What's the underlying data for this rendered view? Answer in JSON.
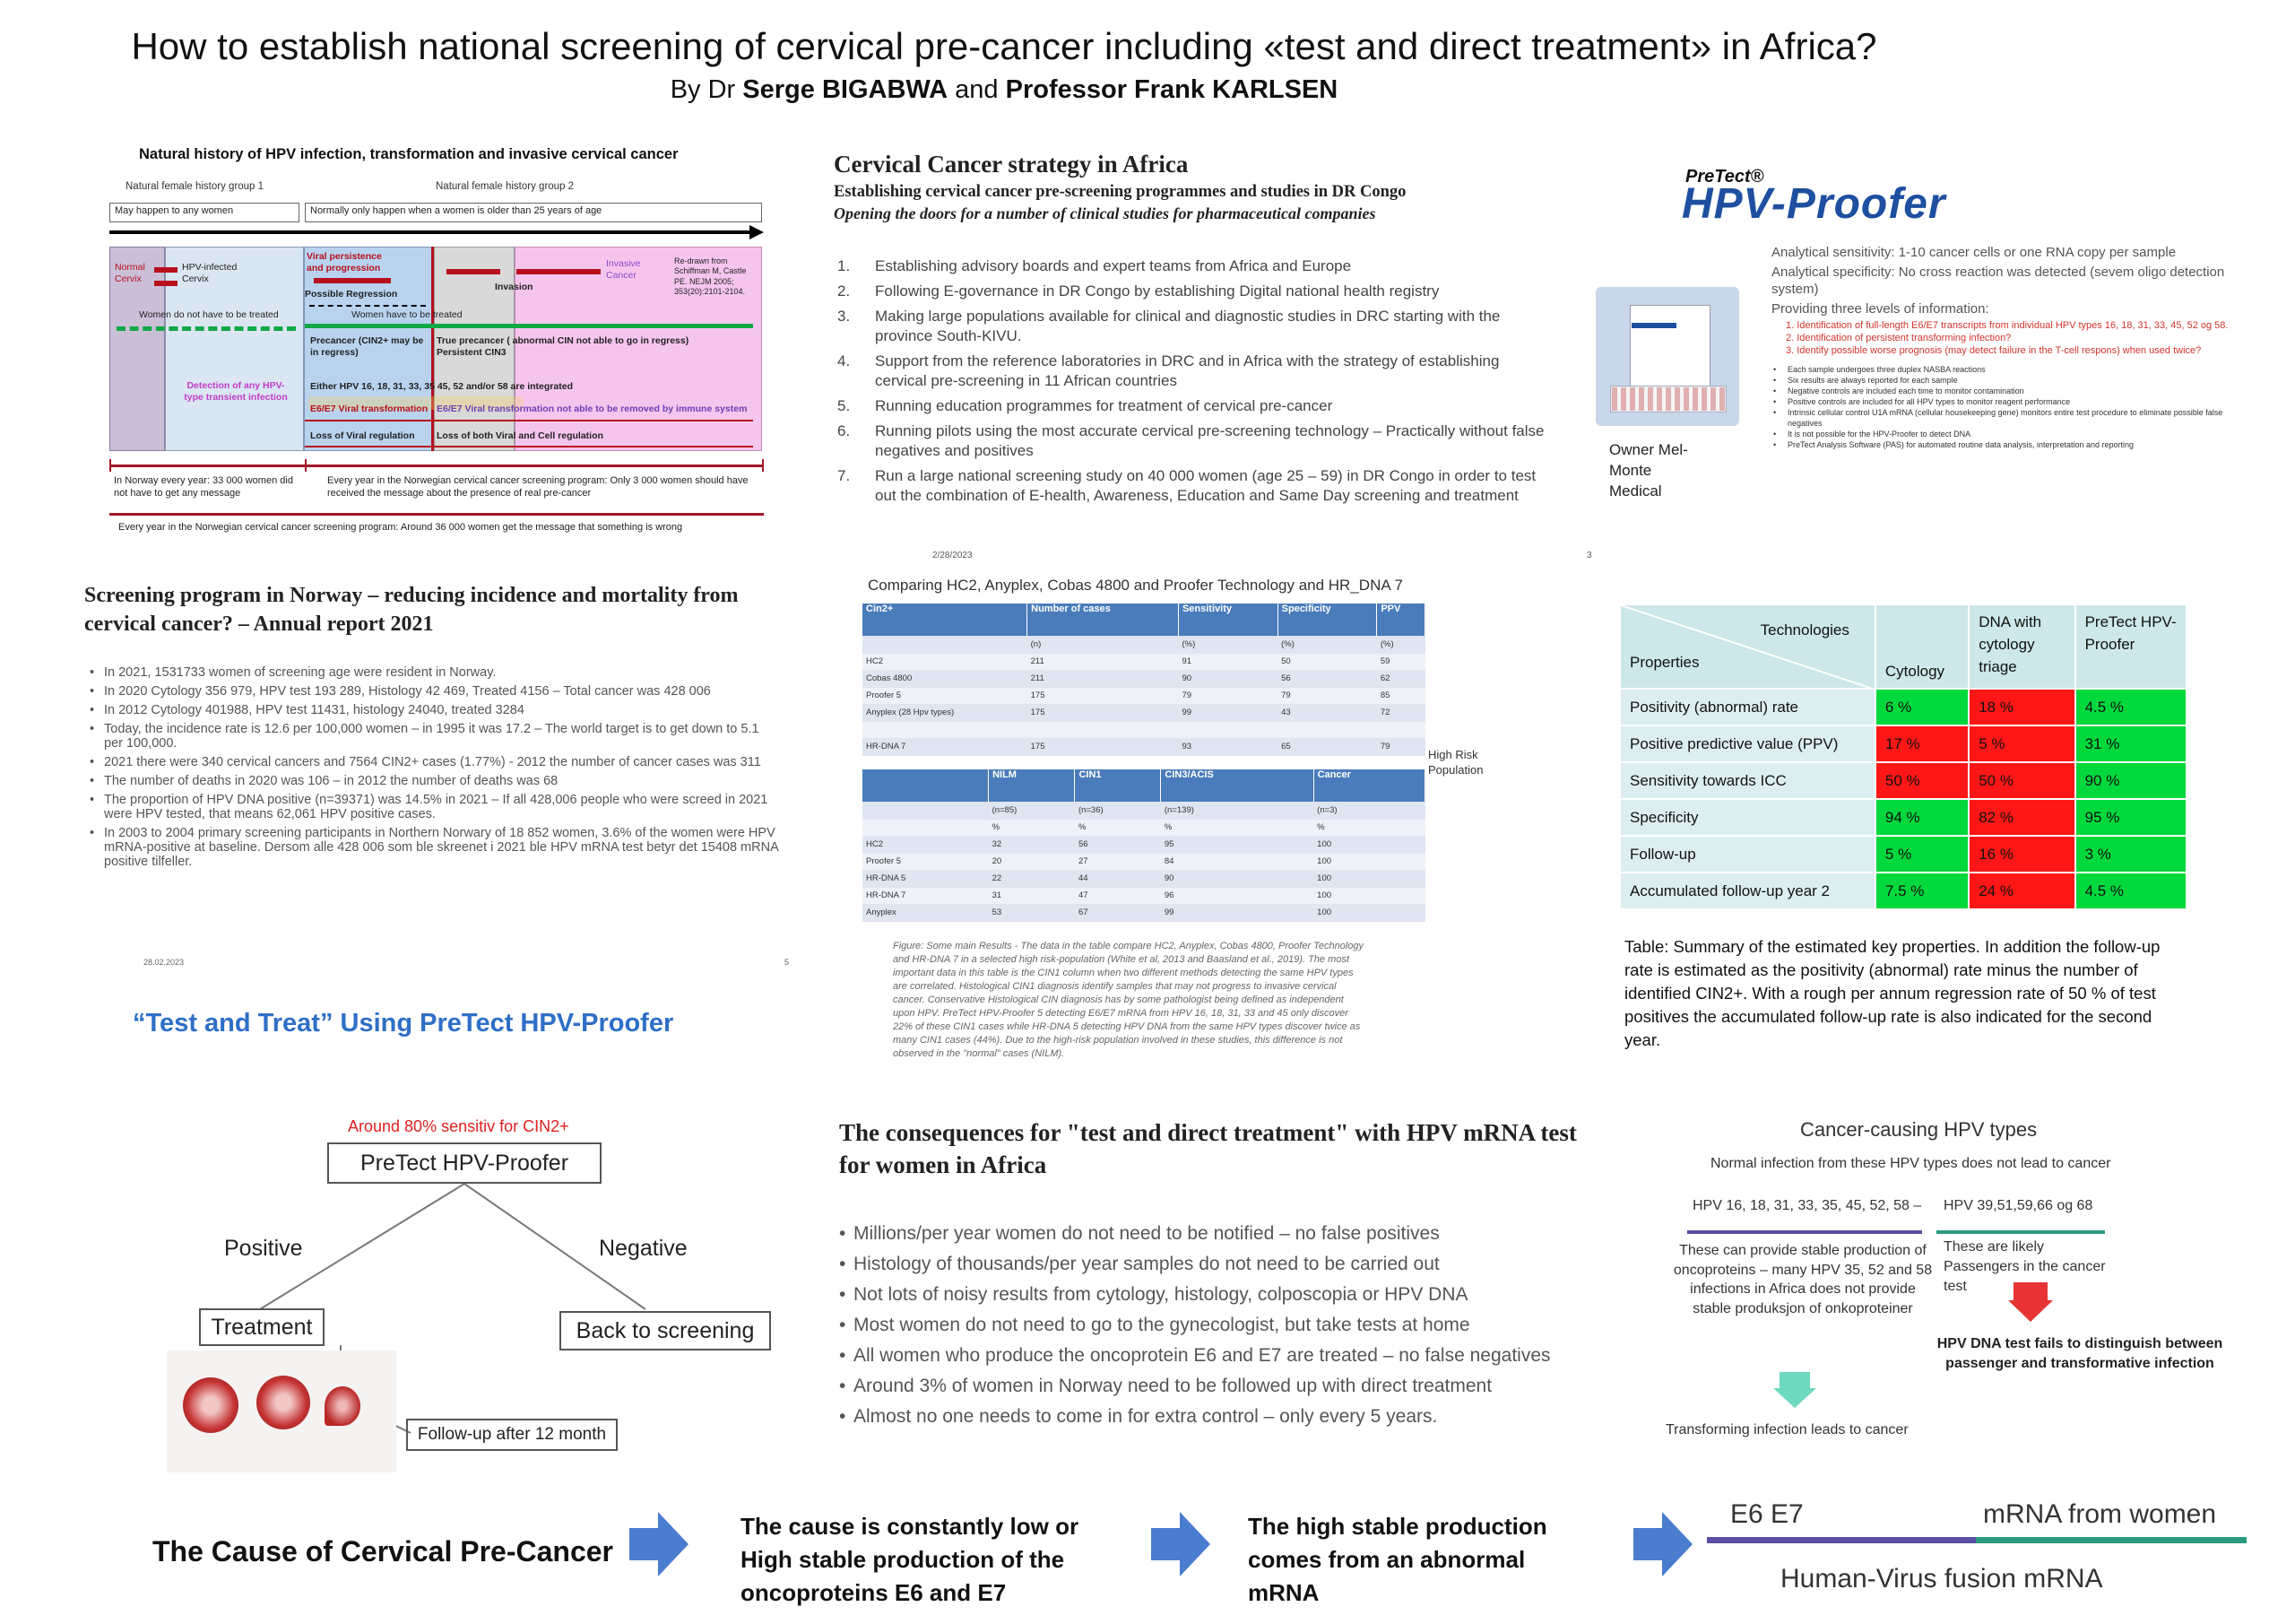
{
  "header": {
    "title": "How to establish national screening of cervical pre-cancer including «test and direct treatment» in Africa?",
    "by_prefix": "By Dr ",
    "author1": "Serge BIGABWA",
    "and": " and ",
    "author2": "Professor Frank KARLSEN"
  },
  "natural_history": {
    "title": "Natural history of HPV infection, transformation and invasive cervical cancer",
    "group1_label": "Natural female history group 1",
    "group2_label": "Natural female history group 2",
    "box1": "May happen to any women",
    "box2": "Normally only happen when a women is older than 25 years of age",
    "normal_cervix": "Normal Cervix",
    "hpv_infected": "HPV-infected Cervix",
    "viral_persistence": "Viral persistence and progression",
    "possible_regression": "Possible Regression",
    "invasion": "Invasion",
    "invasive_cancer": "Invasive Cancer",
    "redrawn": "Re-drawn from Schiffman M, Castle PE. NEJM 2005; 353(20):2101-2104.",
    "women_no_treat": "Women do not have to be treated",
    "women_treat": "Women have to be treated",
    "precancer": "Precancer (CIN2+ may be in regress)",
    "true_precancer": "True precancer ( abnormal CIN not able to go in regress) Persistent CIN3",
    "detection": "Detection of any HPV-type transient infection",
    "either_hpv": "Either HPV 16, 18, 31, 33, 35 45, 52 and/or 58 are integrated",
    "e6e7_transform": "E6/E7 Viral transformation",
    "e6e7_not": "E6/E7 Viral transformation not able to be removed by immune system",
    "loss_viral": "Loss of Viral regulation",
    "loss_both": "Loss of both Viral and Cell regulation",
    "norway1": "In Norway every year: 33 000 women did not have to get any message",
    "norway2": "Every year in the Norwegian cervical cancer screening program: Only 3 000 women should have received the message about the presence of real pre-cancer",
    "norway3": "Every year in the Norwegian cervical cancer screening program: Around 36 000 women get the message that something is wrong"
  },
  "strategy": {
    "title": "Cervical Cancer strategy in Africa",
    "subtitle": "Establishing cervical cancer pre-screening programmes and studies in DR Congo",
    "subtitle2": "Opening the doors for a number of clinical studies for pharmaceutical companies",
    "items": [
      {
        "n": "1.",
        "t": "Establishing advisory boards and expert teams from Africa and Europe"
      },
      {
        "n": "2.",
        "t": "Following E-governance in DR Congo by establishing Digital national health registry"
      },
      {
        "n": "3.",
        "t": "Making large populations available for clinical and diagnostic studies in DRC starting with the province South-KIVU."
      },
      {
        "n": "4.",
        "t": "Support from the reference laboratories in DRC and in Africa with the strategy of establishing cervical pre-screening in 11 African countries"
      },
      {
        "n": "5.",
        "t": "Running education programmes for treatment of cervical pre-cancer"
      },
      {
        "n": "6.",
        "t": "Running pilots using the most accurate cervical pre-screening technology – Practically without false negatives and positives"
      },
      {
        "n": "7.",
        "t": "Run a large national screening study on 40 000 women (age 25 – 59) in DR Congo in order to test out the combination of E-health, Awareness, Education and Same Day screening and treatment"
      }
    ],
    "date": "2/28/2023",
    "page": "3"
  },
  "proofer": {
    "brand_small": "PreTect®",
    "brand": "HPV-Proofer",
    "owner": "Owner Mel-Monte Medical",
    "sens": "Analytical sensitivity: 1-10 cancer cells or one RNA copy per sample",
    "spec": "Analytical specificity: No cross reaction was detected (sevem oligo detection system)",
    "levels": "Providing three levels of information:",
    "level_items": [
      "1.  Identification of full-length E6/E7 transcripts from individual HPV types 16, 18, 31, 33, 45, 52 og 58.",
      "2.  Identification of persistent transforming infection?",
      "3.  Identify possible worse prognosis (may detect failure in the T-cell respons) when used twice?"
    ],
    "bullets": [
      "Each sample undergoes three duplex NASBA reactions",
      "Six results are always reported for each sample",
      "Negative controls are included each time to monitor contamination",
      "Positive controls are included for all HPV types to monitor reagent performance",
      "Intrinsic cellular control U1A mRNA (cellular housekeeping gene) monitors entire test procedure to eliminate possible false negatives",
      "It is not possible for the HPV-Proofer to detect DNA",
      "PreTect Analysis Software (PAS) for automated routine data analysis, interpretation and reporting"
    ]
  },
  "norway": {
    "title": "Screening program in Norway – reducing incidence and mortality from cervical cancer? – Annual report 2021",
    "items": [
      "In 2021, 1531733 women of screening age were resident in Norway.",
      "In 2020 Cytology 356 979, HPV test 193 289, Histology 42 469, Treated 4156 – Total cancer was 428 006",
      "In 2012 Cytology 401988, HPV test 11431, histology 24040, treated 3284",
      "Today, the incidence rate is 12.6 per 100,000 women – in 1995 it was 17.2 – The world target is to get down to 5.1 per 100,000.",
      "2021 there were 340 cervical cancers and 7564 CIN2+ cases (1.77%) - 2012 the number of cancer cases was 311",
      "The number of deaths in 2020 was 106 – in 2012 the number of deaths was 68",
      "The proportion of HPV DNA positive (n=39371) was 14.5% in 2021 – If all 428,006 people who were screed in 2021 were HPV tested, that means 62,061 HPV positive cases.",
      "In 2003 to 2004 primary screening participants in Northern Norwary of 18 852 women, 3.6% of the women were HPV mRNA-positive at baseline. Dersom alle 428 006 som ble skreenet i 2021 ble HPV mRNA test betyr det 15408 mRNA positive tilfeller."
    ],
    "date": "28.02.2023",
    "page": "5"
  },
  "comparison": {
    "title": "Comparing HC2, Anyplex, Cobas 4800 and Proofer Technology and HR_DNA 7",
    "t1_head": [
      "Cin2+",
      "Number of cases",
      "Sensitivity",
      "Specificity",
      "PPV"
    ],
    "t1_rows": [
      [
        "",
        "(n)",
        "(%)",
        "(%)",
        "(%)"
      ],
      [
        "HC2",
        "211",
        "91",
        "50",
        "59"
      ],
      [
        "Cobas 4800",
        "211",
        "90",
        "56",
        "62"
      ],
      [
        "Proofer 5",
        "175",
        "79",
        "79",
        "85"
      ],
      [
        "Anyplex (28 Hpv types)",
        "175",
        "99",
        "43",
        "72"
      ],
      [
        "",
        "",
        "",
        "",
        ""
      ],
      [
        "HR-DNA 7",
        "175",
        "93",
        "65",
        "79"
      ]
    ],
    "t2_head": [
      "",
      "NILM",
      "CIN1",
      "CIN3/ACIS",
      "Cancer"
    ],
    "t2_rows": [
      [
        "",
        "(n=85)",
        "(n=36)",
        "(n=139)",
        "(n=3)"
      ],
      [
        "",
        "%",
        "%",
        "%",
        "%"
      ],
      [
        "HC2",
        "32",
        "56",
        "95",
        "100"
      ],
      [
        "Proofer 5",
        "20",
        "27",
        "84",
        "100"
      ],
      [
        "HR-DNA 5",
        "22",
        "44",
        "90",
        "100"
      ],
      [
        "HR-DNA 7",
        "31",
        "47",
        "96",
        "100"
      ],
      [
        "Anyplex",
        "53",
        "67",
        "99",
        "100"
      ]
    ],
    "high_risk": "High Risk Population",
    "caption": "Figure: Some main Results - The data in the table compare HC2, Anyplex, Cobas 4800, Proofer Technology and HR-DNA 7 in a selected high risk-population (White et al, 2013 and Baasland et al., 2019). The most important data in this table is the CIN1 column when two different methods detecting the same HPV types are correlated. Histological CIN1 diagnosis identify samples that may not progress to invasive cervical cancer. Conservative Histological CIN diagnosis has by some pathologist being defined as independent upon HPV. PreTect HPV-Proofer 5 detecting E6/E7 mRNA from HPV 16, 18, 31, 33 and 45 only discover 22% of these CIN1 cases while HR-DNA 5 detecting HPV DNA from the same HPV types discover twice as many CIN1 cases (44%). Due to the high-risk population involved in these studies, this difference is not observed in the \"normal\" cases (NILM)."
  },
  "tech_table": {
    "tech_label": "Technologies",
    "props_label": "Properties",
    "cols": [
      "Cytology",
      "DNA with cytology triage",
      "PreTect HPV-Proofer"
    ],
    "rows": [
      {
        "p": "Positivity (abnormal) rate",
        "v": [
          "6 %",
          "18 %",
          "4.5 %"
        ],
        "c": [
          "g",
          "r",
          "g"
        ]
      },
      {
        "p": "Positive predictive value (PPV)",
        "v": [
          "17 %",
          "5 %",
          "31 %"
        ],
        "c": [
          "r",
          "r",
          "g"
        ]
      },
      {
        "p": "Sensitivity towards ICC",
        "v": [
          "50 %",
          "50 %",
          "90 %"
        ],
        "c": [
          "r",
          "r",
          "g"
        ]
      },
      {
        "p": "Specificity",
        "v": [
          "94 %",
          "82 %",
          "95 %"
        ],
        "c": [
          "g",
          "r",
          "g"
        ]
      },
      {
        "p": "Follow-up",
        "v": [
          "5 %",
          "16 %",
          "3 %"
        ],
        "c": [
          "g",
          "r",
          "g"
        ]
      },
      {
        "p": "Accumulated follow-up year 2",
        "v": [
          "7.5 %",
          "24 %",
          "4.5 %"
        ],
        "c": [
          "g",
          "r",
          "g"
        ]
      }
    ],
    "caption": "Table: Summary of the estimated key properties.  In addition the follow-up rate is estimated as the positivity (abnormal) rate minus the number of identified CIN2+. With a rough per annum regression rate of 50 % of test positives the accumulated follow-up rate is also indicated for the second year."
  },
  "test_treat": {
    "title": "“Test and Treat” Using PreTect HPV-Proofer",
    "sens": "Around 80% sensitiv for CIN2+",
    "box": "PreTect HPV-Proofer",
    "positive": "Positive",
    "negative": "Negative",
    "treatment": "Treatment",
    "back": "Back to screening",
    "followup": "Follow-up after 12 month"
  },
  "consequences": {
    "title": "The consequences for \"test and direct treatment\" with HPV mRNA test for women in Africa",
    "items": [
      "Millions/per year women do not need to be notified – no false positives",
      "Histology of thousands/per year samples do not need to be carried out",
      "Not lots of noisy results from cytology, histology, colposcopia or HPV DNA",
      "Most women do not need to go to the gynecologist, but take tests at home",
      "All women who produce the oncoprotein E6 and E7 are treated – no false negatives",
      "Around 3% of women in Norway need to be followed up with direct treatment",
      "Almost no one needs to come in for extra control – only every 5 years."
    ]
  },
  "hpv_types": {
    "title": "Cancer-causing HPV types",
    "normal": "Normal infection from these HPV types does not lead to cancer",
    "types1": "HPV 16, 18, 31, 33, 35, 45, 52, 58 –",
    "types2": "HPV 39,51,59,66 og 68",
    "left_text": "These can provide stable production of oncoproteins – many HPV 35, 52 and 58 infections in Africa does not provide stable produksjon of onkoproteiner",
    "right_text": "These are likely Passengers in the cancer test",
    "dna_fail": "HPV DNA test fails to distinguish between passenger and transformative infection",
    "transforming": "Transforming infection leads to cancer"
  },
  "bottom": {
    "cause": "The Cause of Cervical Pre-Cancer",
    "constantly": "The cause is constantly low or High stable production of the oncoproteins E6 and E7",
    "high_stable": "The high stable production comes from an abnormal mRNA",
    "e6e7": "E6  E7",
    "mrna_women": "mRNA from women",
    "fusion": "Human-Virus fusion mRNA"
  },
  "colors": {
    "accent_blue": "#2e6fc7",
    "red": "#ff1616",
    "green": "#00d83c",
    "dark_red": "#b70f1d"
  }
}
